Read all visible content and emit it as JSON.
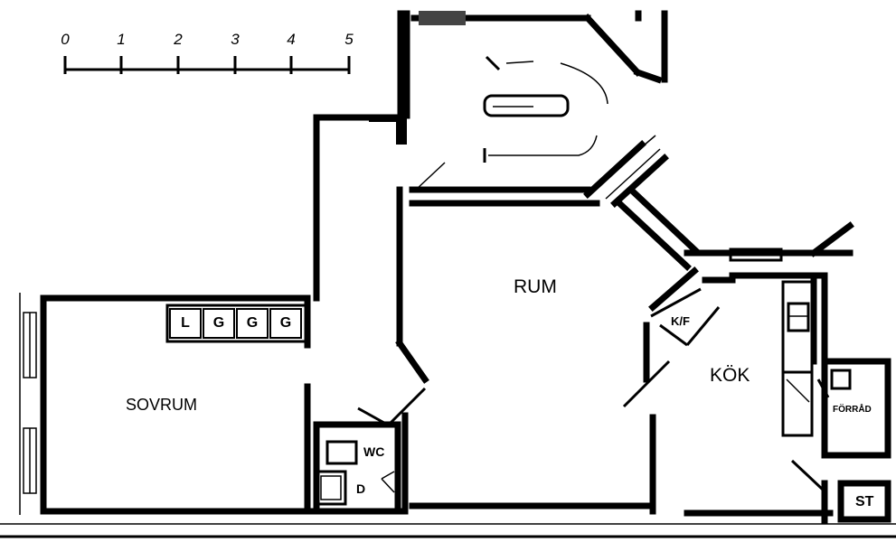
{
  "scale_bar": {
    "ticks": [
      "0",
      "1",
      "2",
      "3",
      "4",
      "5"
    ]
  },
  "rooms": {
    "sovrum": "SOVRUM",
    "rum": "RUM",
    "kok": "KÖK",
    "forrad": "FÖRRÅD",
    "st": "ST",
    "wc": "WC",
    "d": "D",
    "kf": "K/F"
  },
  "closets": [
    "L",
    "G",
    "G",
    "G"
  ],
  "colors": {
    "ink": "#000000",
    "paper": "#ffffff"
  }
}
